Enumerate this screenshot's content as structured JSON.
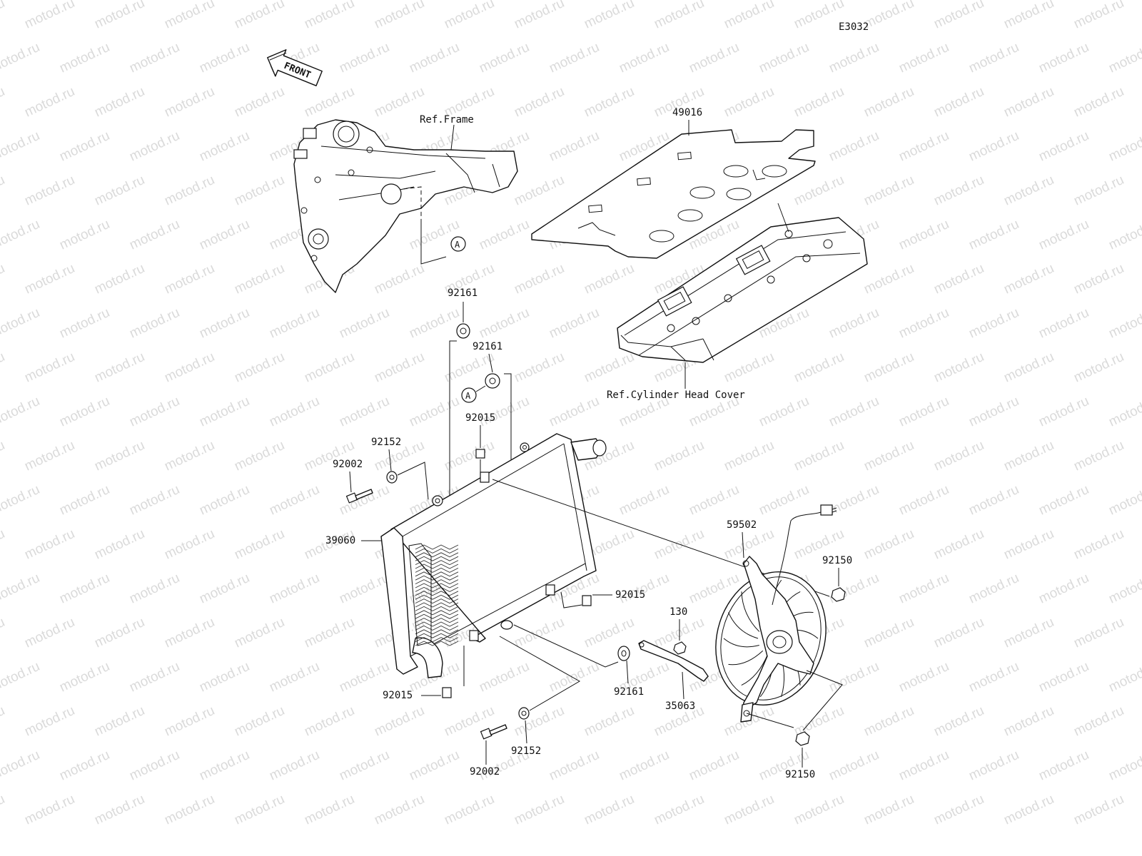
{
  "diagram": {
    "code": "E3032",
    "watermark": "motod.ru",
    "front_label": "FRONT",
    "ref_labels": {
      "frame": "Ref.Frame",
      "cylinder_head_cover": "Ref.Cylinder Head Cover"
    },
    "callout_letter": "A",
    "parts": {
      "p49016": "49016",
      "p92161_a": "92161",
      "p92161_b": "92161",
      "p92161_c": "92161",
      "p92015_a": "92015",
      "p92015_b": "92015",
      "p92015_c": "92015",
      "p92152_a": "92152",
      "p92152_b": "92152",
      "p92002_a": "92002",
      "p92002_b": "92002",
      "p39060": "39060",
      "p59502": "59502",
      "p92150_a": "92150",
      "p92150_b": "92150",
      "p130": "130",
      "p35063": "35063"
    }
  }
}
